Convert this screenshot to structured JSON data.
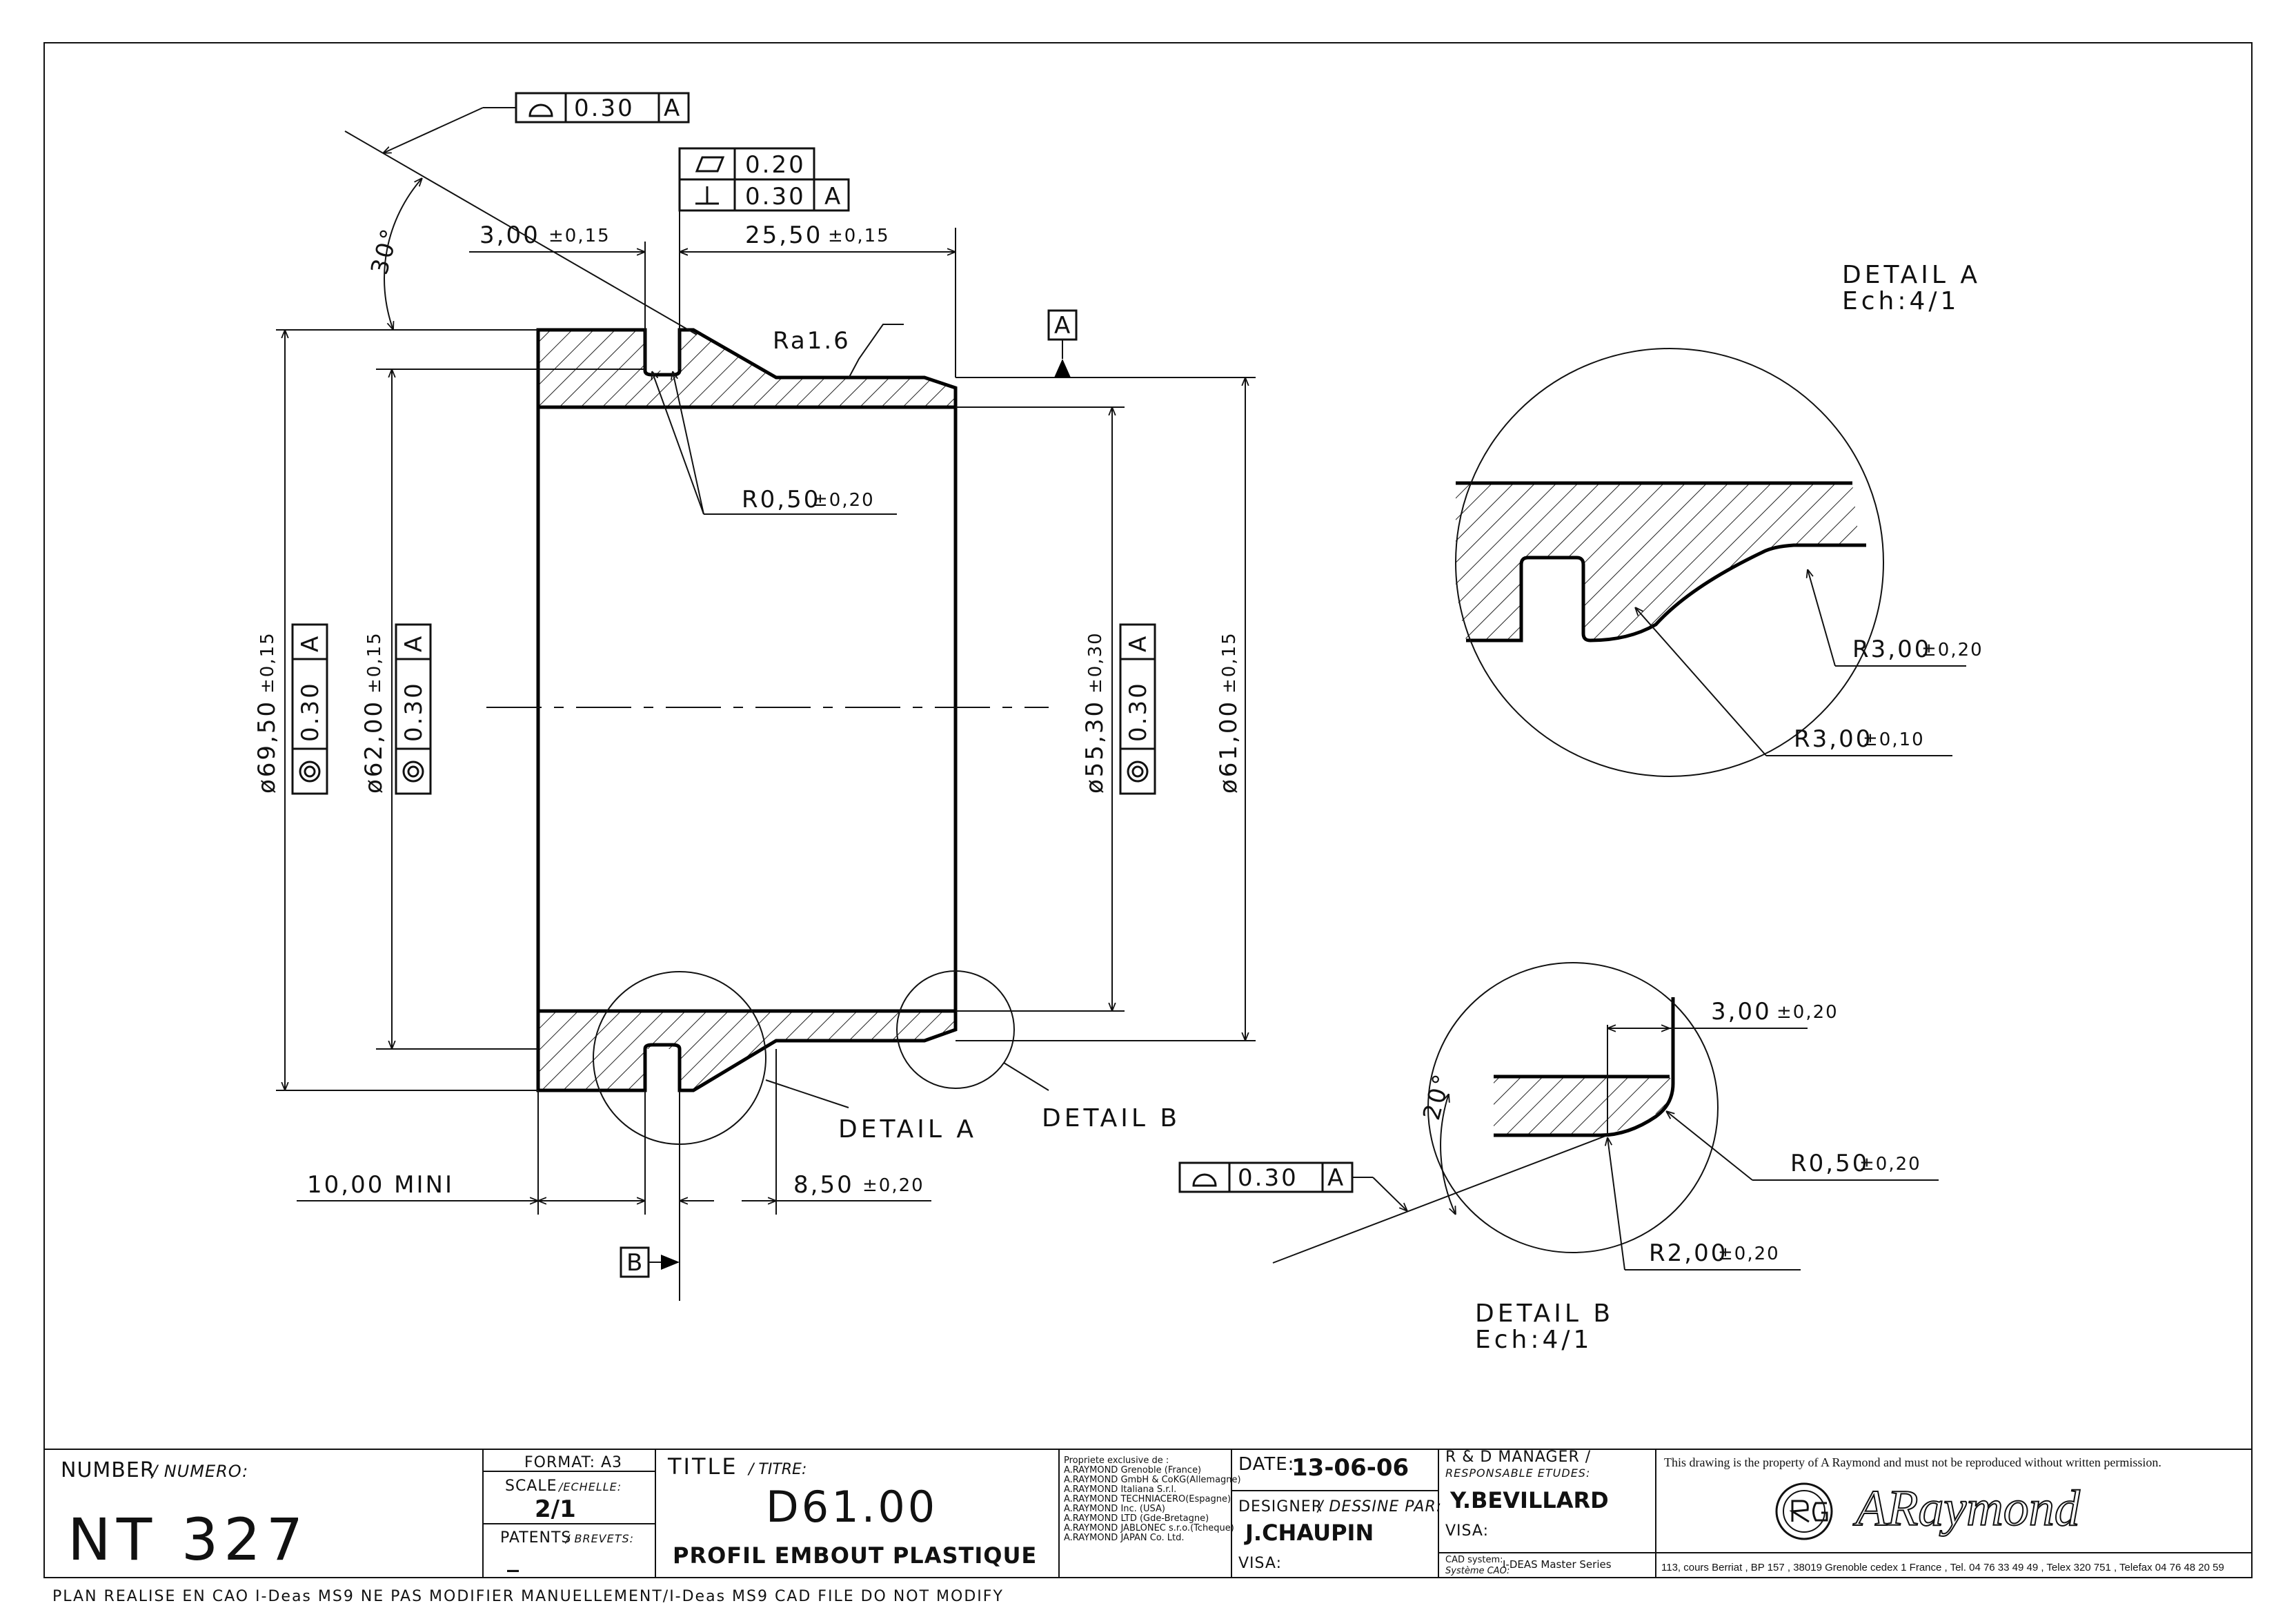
{
  "drawing": {
    "dimensions": {
      "top_left": "3,00",
      "top_left_tol": "±0,15",
      "top_right": "25,50",
      "top_right_tol": "±0,15",
      "roughness": "Ra1.6",
      "radius_top": "R0,50",
      "radius_top_tol": "±0,20",
      "dia_69": "ø69,50",
      "dia_69_tol": "±0,15",
      "dia_62": "ø62,00",
      "dia_62_tol": "±0,15",
      "dia_55": "ø55,30",
      "dia_55_tol": "±0,30",
      "dia_61": "ø61,00",
      "dia_61_tol": "±0,15",
      "mini": "10,00 MINI",
      "bottom_right": "8,50",
      "bottom_right_tol": "±0,20",
      "angle_30": "30°"
    },
    "tolerances": {
      "profile_value": "0.30",
      "profile_datum": "A",
      "flatness_value": "0.20",
      "perp_value": "0.30",
      "perp_datum": "A",
      "conc_value": "0.30",
      "conc_datum": "A"
    },
    "datums": {
      "a": "A",
      "b": "B"
    },
    "detail_labels": {
      "a": "DETAIL A",
      "b": "DETAIL B"
    }
  },
  "detail_a": {
    "title": "DETAIL A",
    "scale": "Ech:4/1",
    "r1": "R3,00",
    "r1_tol": "±0,20",
    "r2": "R3,00",
    "r2_tol": "±0,10"
  },
  "detail_b": {
    "title": "DETAIL B",
    "scale": "Ech:4/1",
    "dim": "3,00",
    "dim_tol": "±0,20",
    "angle": "20°",
    "r1": "R0,50",
    "r1_tol": "±0,20",
    "r2": "R2,00",
    "r2_tol": "±0,20",
    "tol_value": "0.30",
    "tol_datum": "A"
  },
  "title_block": {
    "number_label": "NUMBER",
    "number_label_fr": "/ NUMERO:",
    "number": "NT 327",
    "format_label": "FORMAT: A3",
    "scale_label": "SCALE",
    "scale_label_fr": "/ECHELLE:",
    "scale": "2/1",
    "patents_label": "PATENTS",
    "patents_label_fr": "/ BREVETS:",
    "patents": "_",
    "title_label": "TITLE",
    "title_label_fr": "/ TITRE:",
    "title": "D61.00",
    "subtitle": "PROFIL EMBOUT PLASTIQUE",
    "owners": [
      "Propriete exclusive de :",
      "A.RAYMOND Grenoble (France)",
      "A.RAYMOND GmbH & CoKG(Allemagne)",
      "A.RAYMOND Italiana S.r.l.",
      "A.RAYMOND TECHNIACERO(Espagne)",
      "A.RAYMOND Inc. (USA)",
      "A.RAYMOND LTD (Gde-Bretagne)",
      "A.RAYMOND JABLONEC s.r.o.(Tcheque)",
      "A.RAYMOND JAPAN Co. Ltd."
    ],
    "date_label": "DATE:",
    "date": "13-06-06",
    "designer_label": "DESIGNER",
    "designer_label_fr": "/ DESSINE PAR:",
    "designer": "J.CHAUPIN",
    "visa_label": "VISA:",
    "manager_label": "R & D MANAGER /",
    "manager_label_fr": "RESPONSABLE ETUDES:",
    "manager": "Y.BEVILLARD",
    "manager_visa": "VISA:",
    "cad_label": "CAD system:",
    "cad_label_fr": "Système CAO:",
    "cad_value": "I-DEAS Master Series",
    "property_notice": "This drawing is the property of A Raymond and must not be reproduced without written permission.",
    "brand": "ARaymond",
    "address": "113, cours Berriat , BP 157 , 38019 Grenoble cedex 1 France , Tel. 04 76 33 49 49 , Telex 320 751 , Telefax 04 76 48 20 59"
  },
  "footer_note": "PLAN REALISE EN CAO I-Deas MS9 NE PAS MODIFIER MANUELLEMENT/I-Deas MS9 CAD FILE DO NOT MODIFY"
}
